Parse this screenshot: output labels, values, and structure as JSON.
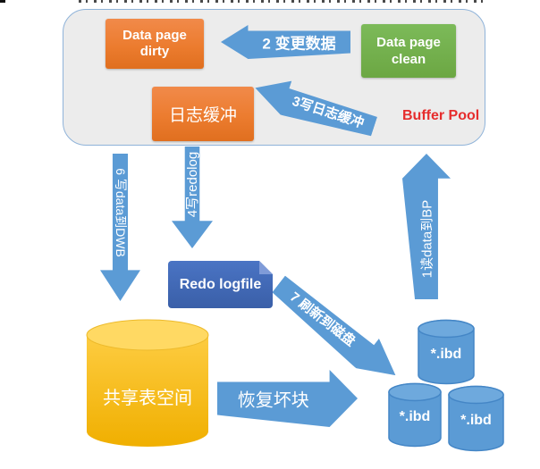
{
  "colors": {
    "arrow_blue": "#5B9BD5",
    "box_orange": "#ED7D31",
    "box_green": "#70AD47",
    "redo_blue": "#4472C4",
    "cylinder_gold": "#FFC000",
    "caption_red": "#E62D2D",
    "container_fill": "#ECECEC",
    "container_border": "#8FB3D9"
  },
  "buffer_pool": {
    "label": "Buffer Pool"
  },
  "nodes": {
    "data_page_dirty": {
      "line1": "Data page",
      "line2": "dirty"
    },
    "data_page_clean": {
      "line1": "Data page",
      "line2": "clean"
    },
    "log_buffer": {
      "label": "日志缓冲"
    },
    "redo_logfile": {
      "label": "Redo logfile"
    },
    "shared_tablespace": {
      "label": "共享表空间"
    },
    "ibd_files": [
      "*.ibd",
      "*.ibd",
      "*.ibd"
    ]
  },
  "arrows": {
    "step1": {
      "label": "1读data到BP"
    },
    "step2": {
      "label": "2 变更数据"
    },
    "step3": {
      "label": "3写日志缓冲"
    },
    "step4": {
      "label": "4写redolog"
    },
    "step6": {
      "label": "6 写data到DWB"
    },
    "step7": {
      "label": "7 刷新到磁盘"
    },
    "recover": {
      "label": "恢复坏块"
    }
  }
}
